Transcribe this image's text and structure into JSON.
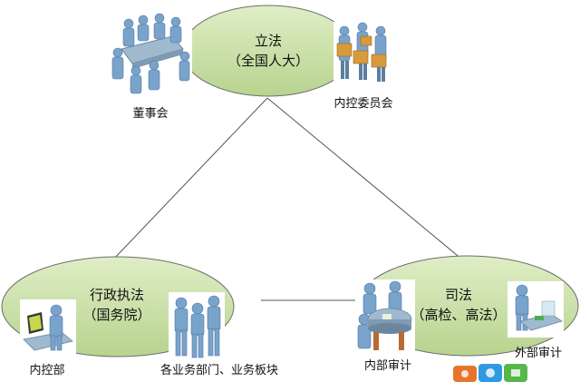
{
  "nodes": {
    "legislative": {
      "title": "立法",
      "subtitle": "（全国人大）"
    },
    "executive": {
      "title": "行政执法",
      "subtitle": "（国务院）"
    },
    "judicial": {
      "title": "司法",
      "subtitle": "（高检、高法）"
    }
  },
  "actors": {
    "board": "董事会",
    "internal_control_committee": "内控委员会",
    "internal_control_dept": "内控部",
    "business_units": "各业务部门、业务板块",
    "internal_audit": "内部审计",
    "external_audit": "外部审计"
  },
  "icons": {
    "board": "meeting-group-icon",
    "internal_control_committee": "people-with-boxes-icon",
    "internal_control_dept": "person-at-computer-icon",
    "business_units": "standing-group-icon",
    "internal_audit": "people-at-table-icon",
    "external_audit": "person-at-desk-icon"
  },
  "colors": {
    "ellipse_fill": "#c9dfa8",
    "ellipse_stroke": "#6e6e6e",
    "person_fill": "#7aa3cc",
    "person_dark": "#4f7aa6",
    "box_fill": "#d99a3c",
    "table_fill": "#9fb9cf",
    "connector": "#555555"
  }
}
